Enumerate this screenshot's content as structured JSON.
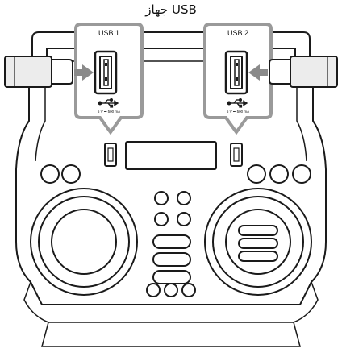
{
  "title": "جهاز USB",
  "ports": [
    {
      "label": "USB 1",
      "spec": "5 V ⎓ 500 mA"
    },
    {
      "label": "USB 2",
      "spec": "5 V ⎓ 500 mA"
    }
  ],
  "icons": {
    "usb_symbol": "usb-icon",
    "usb_port": "usb-port-icon",
    "usb_plug": "usb-plug-icon",
    "arrow": "arrow-icon"
  },
  "colors": {
    "stroke": "#1a1a1a",
    "arrow": "#8a8a8a",
    "callout": "#9a9a9a",
    "plug_fill": "#ececec"
  }
}
